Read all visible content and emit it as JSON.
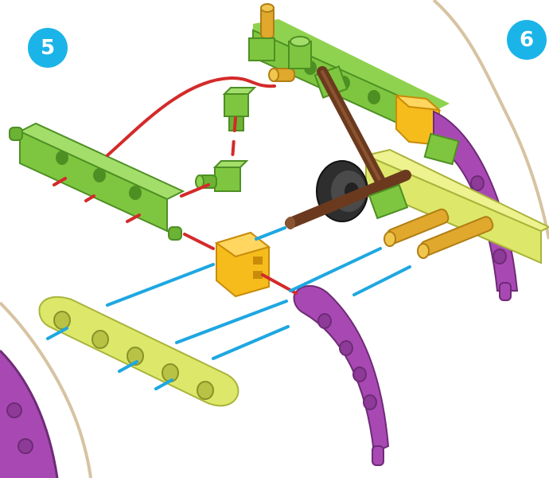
{
  "steps": [
    {
      "number": "5"
    },
    {
      "number": "6"
    }
  ],
  "colors": {
    "badge": "#1bb4e8",
    "panel_border": "#d7c3a2",
    "green_beam": "#7ec63f",
    "green_dark": "#4e8f24",
    "yellow_beam": "#dde86a",
    "yellow_dark": "#a9b33a",
    "purple_arc": "#a849b3",
    "purple_dark": "#6e2b77",
    "orange_block": "#f6bc1c",
    "orange_dark": "#c98c0a",
    "brown_rod": "#6b3a1e",
    "tan_peg": "#e0a82c",
    "wheel": "#333333",
    "red_guide": "#d42a2a",
    "blue_guide": "#1ea7e1"
  },
  "icons": [
    "step-number-badge",
    "assembly-parts"
  ]
}
